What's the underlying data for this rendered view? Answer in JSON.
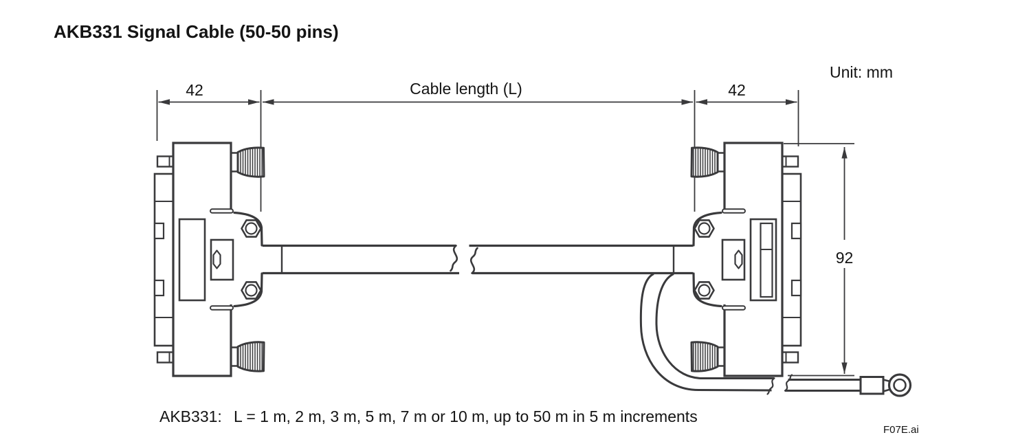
{
  "title": "AKB331 Signal Cable (50-50 pins)",
  "unit_label": "Unit: mm",
  "dimensions": {
    "left_connector_width": "42",
    "cable_length_label": "Cable length (L)",
    "right_connector_width": "42",
    "connector_height": "92"
  },
  "note": {
    "model": "AKB331:",
    "lengths": "L = 1 m, 2 m, 3 m, 5 m, 7 m or 10 m, up to 50 m in 5 m increments"
  },
  "figure_label": "F07E.ai",
  "colors": {
    "line": "#3a3a3c",
    "text": "#141414",
    "background": "#ffffff"
  }
}
